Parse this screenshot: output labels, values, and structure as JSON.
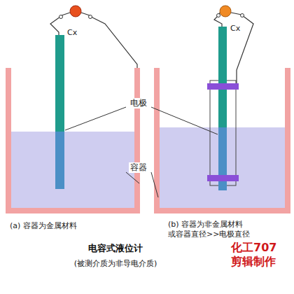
{
  "diagram": {
    "title": "电容式液位计",
    "caption": "(被测介质为非导电介质)",
    "labels": [
      "Cx",
      "Cx",
      "电极",
      "容器",
      "(a) 容器为金属材料",
      "(b) 容器为非金属材料 或容器直径>>电极直径",
      "化工707 剪辑制作"
    ]
  }
}
